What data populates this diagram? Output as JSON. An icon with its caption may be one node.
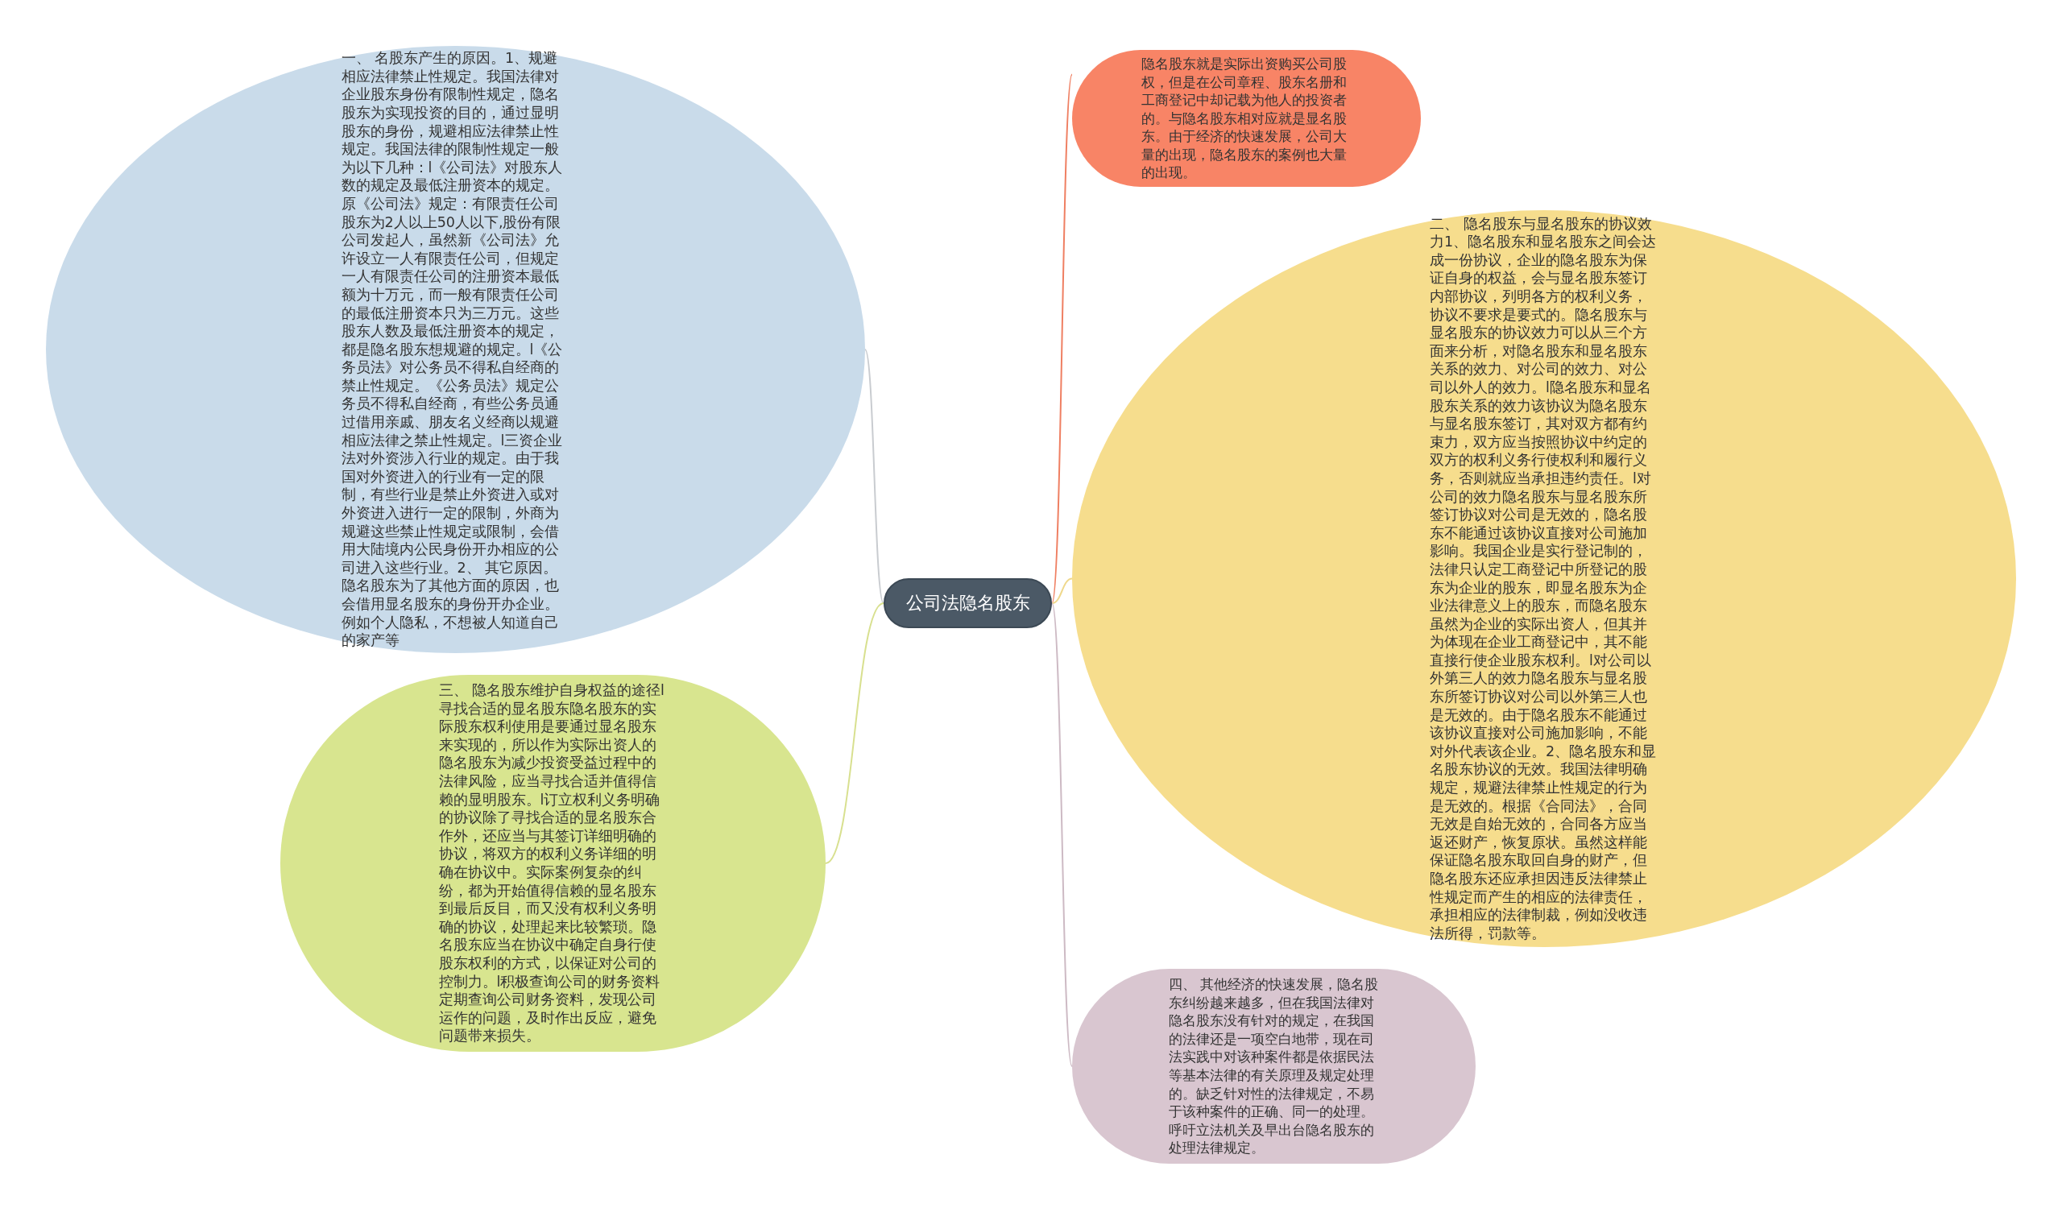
{
  "diagram": {
    "nodes": [
      {
        "text": [
          "公司法隐名股东"
        ]
      },
      {
        "text": [
          "一、 名股东产生的原因。1、规避相应法律禁止性规定。我国法律对企业股东身份有限制性规定，隐名股东为实现投资的目的，通过显明股东的身份，规避相应法律禁止性规定。我国法律的限制性规定一般为以下几种：l《公司法》对股东人数的规定及最低注册资本的规定。原《公司法》规定：有限责任公司股东为2人以上50人以下,股份有限公司发起人，虽然新《公司法》允许设立一人有限责任公司，但规定一人有限责任公司的注册资本最低额为十万元，而一般有限责任公司的最低注册资本只为三万元。这些股东人数及最低注册资本的规定，都是隐名股东想规避的规定。l《公务员法》对公务员不得私自经商的禁止性规定。《公务员法》规定公务员不得私自经商，有些公务员通过借用亲戚、朋友名义经商以规避相应法律之禁止性规定。l三资企业法对外资涉入行业的规定。由于我国对外资进入的行业有一定的限制，有些行业是禁止外资进入或对外资进入进行一定的限制，外商为规避这些禁止性规定或限制，会借用大陆境内公民身份开办相应的公司进入这些行业。2、 其它原因。隐名股东为了其他方面的原因，也会借用显名股东的身份开办企业。例如个人隐私，不想被人知道自己的家产等"
        ]
      },
      {
        "text": [
          "三、 隐名股东维护自身权益的途径l寻找合适的显名股东隐名股东的实际股东权利使用是要通过显名股东来实现的，所以作为实际出资人的隐名股东为减少投资受益过程中的法律风险，应当寻找合适并值得信赖的显明股东。l订立权利义务明确的协议除了寻找合适的显名股东合作外，还应当与其签订详细明确的协议，将双方的权利义务详细的明确在协议中。实际案例复杂的纠纷，都为开始值得信赖的显名股东到最后反目，而又没有权利义务明确的协议，处理起来比较繁琐。隐名股东应当在协议中确定自身行使股东权利的方式，以保证对公司的控制力。l积极查询公司的财务资料定期查询公司财务资料，发现公司运作的问题，及时作出反应，避免问题带来损失。"
        ]
      },
      {
        "text": [
          "隐名股东就是实际出资购买公司股权，但是在公司章程、股东名册和工商登记中却记载为他人的投资者的。与隐名股东相对应就是显名股东。由于经济的快速发展，公司大量的出现，隐名股东的案例也大量的出现。"
        ]
      },
      {
        "text": [
          "二、 隐名股东与显名股东的协议效力1、隐名股东和显名股东之间会达成一份协议，企业的隐名股东为保证自身的权益，会与显名股东签订内部协议，列明各方的权利义务，协议不要求是要式的。隐名股东与显名股东的协议效力可以从三个方面来分析，对隐名股东和显名股东关系的效力、对公司的效力、对公司以外人的效力。l隐名股东和显名股东关系的效力该协议为隐名股东与显名股东签订，其对双方都有约束力，双方应当按照协议中约定的双方的权利义务行使权利和履行义务，否则就应当承担违约责任。l对公司的效力隐名股东与显名股东所签订协议对公司是无效的，隐名股东不能通过该协议直接对公司施加影响。我国企业是实行登记制的，法律只认定工商登记中所登记的股东为企业的股东，即显名股东为企业法律意义上的股东，而隐名股东虽然为企业的实际出资人，但其并为体现在企业工商登记中，其不能直接行使企业股东权利。l对公司以外第三人的效力隐名股东与显名股东所签订协议对公司以外第三人也是无效的。由于隐名股东不能通过该协议直接对公司施加影响，不能对外代表该企业。2、隐名股东和显名股东协议的无效。我国法律明确规定，规避法律禁止性规定的行为是无效的。根据《合同法》，合同无效是自始无效的，合同各方应当返还财产，恢复原状。虽然这样能保证隐名股东取回自身的财产，但隐名股东还应承担因违反法律禁止性规定而产生的相应的法律责任，承担相应的法律制裁，例如没收违法所得，罚款等。"
        ]
      },
      {
        "text": [
          "四、 其他经济的快速发展，隐名股东纠纷越来越多，但在我国法律对隐名股东没有针对的规定，在我国的法律还是一项空白地带，现在司法实践中对该种案件都是依据民法等基本法律的有关原理及规定处理的。缺乏针对性的法律规定，不易于该种案件的正确、同一的处理。呼吁立法机关及早出台隐名股东的处理法律规定。"
        ]
      }
    ],
    "edges": [
      {
        "from": 0,
        "to": 1,
        "arrow": "none",
        "color": "#c9ccd0"
      },
      {
        "from": 0,
        "to": 2,
        "arrow": "none",
        "color": "#d8e08f"
      },
      {
        "from": 0,
        "to": 3,
        "arrow": "none",
        "color": "#ef7f62"
      },
      {
        "from": 0,
        "to": 4,
        "arrow": "none",
        "color": "#efd88c"
      },
      {
        "from": 0,
        "to": 5,
        "arrow": "none",
        "color": "#cdbac4"
      }
    ]
  }
}
